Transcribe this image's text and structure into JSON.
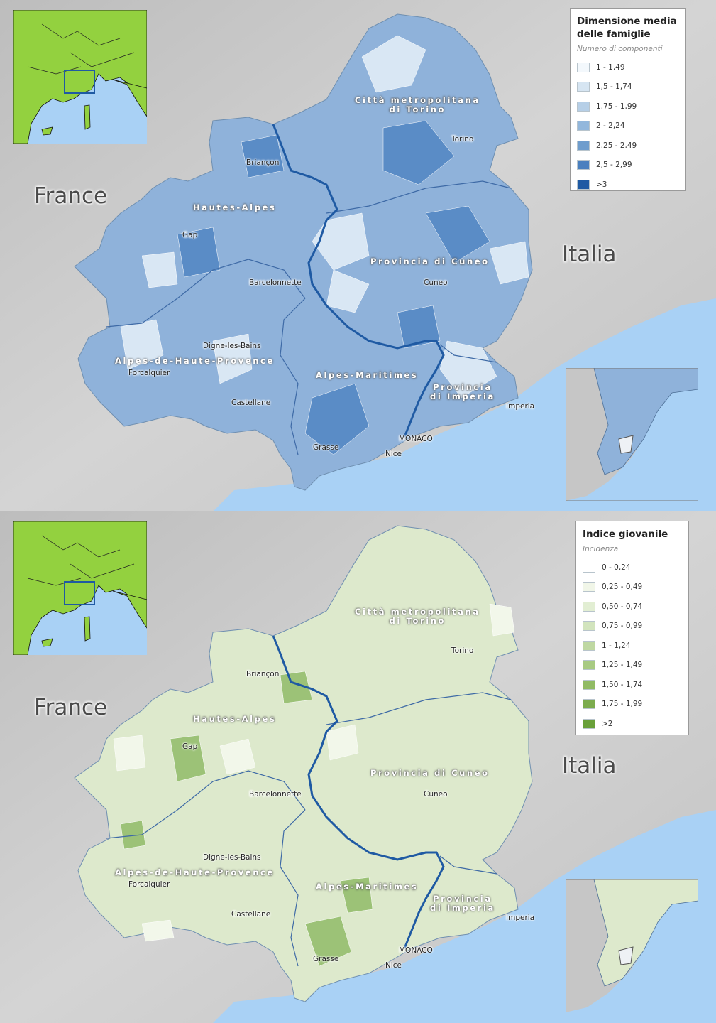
{
  "maps": [
    {
      "id": "top",
      "legend": {
        "title_line1": "Dimensione media",
        "title_line2": "delle famiglie",
        "subtitle": "Numero di componenti",
        "classes": [
          {
            "label": "1 - 1,49",
            "color": "#f3f8fc"
          },
          {
            "label": "1,5 - 1,74",
            "color": "#d6e5f2"
          },
          {
            "label": "1,75 - 1,99",
            "color": "#b6cfe7"
          },
          {
            "label": "2 - 2,24",
            "color": "#92b7dc"
          },
          {
            "label": "2,25 - 2,49",
            "color": "#6f9dcd"
          },
          {
            "label": "2,5 - 2,99",
            "color": "#4a80bf"
          },
          {
            "label": ">3",
            "color": "#1f5aa3"
          }
        ]
      },
      "colors": {
        "base": "#8fb2da",
        "light": "#d9e7f4",
        "dark": "#5a8cc6"
      }
    },
    {
      "id": "bottom",
      "legend": {
        "title_line1": "Indice giovanile",
        "title_line2": "",
        "subtitle": "Incidenza",
        "classes": [
          {
            "label": "0 - 0,24",
            "color": "#ffffff"
          },
          {
            "label": "0,25 - 0,49",
            "color": "#f1f6e8"
          },
          {
            "label": "0,50 - 0,74",
            "color": "#e2eed3"
          },
          {
            "label": "0,75 - 0,99",
            "color": "#d2e4bd"
          },
          {
            "label": "1 - 1,24",
            "color": "#bfd8a2"
          },
          {
            "label": "1,25 - 1,49",
            "color": "#a8ca83"
          },
          {
            "label": "1,50 - 1,74",
            "color": "#91bb65"
          },
          {
            "label": "1,75 - 1,99",
            "color": "#7cac4e"
          },
          {
            "label": ">2",
            "color": "#69a03a"
          }
        ]
      },
      "colors": {
        "base": "#dde9cc",
        "light": "#f2f7ea",
        "dark": "#9cc277"
      }
    }
  ],
  "labels": {
    "country_france": "France",
    "country_italia": "Italia",
    "region_torino": "Città metropolitana\ndi Torino",
    "region_hautes_alpes": "Hautes-Alpes",
    "region_cuneo": "Provincia di Cuneo",
    "region_ahp": "Alpes-de-Haute-Provence",
    "region_am": "Alpes-Maritimes",
    "region_imperia": "Provincia\ndi Imperia",
    "city_torino": "Torino",
    "city_briancon": "Briançon",
    "city_gap": "Gap",
    "city_cuneo": "Cuneo",
    "city_barcelonnette": "Barcelonnette",
    "city_digne": "Digne-les-Bains",
    "city_forcalquier": "Forcalquier",
    "city_castellane": "Castellane",
    "city_imperia": "Imperia",
    "city_monaco": "MONACO",
    "city_nice": "Nice",
    "city_grasse": "Grasse"
  },
  "colors": {
    "terrain": "#c6c6c6",
    "sea": "#a9d1f5",
    "locator_land": "#93d13f",
    "border": "#1f5aa3"
  }
}
